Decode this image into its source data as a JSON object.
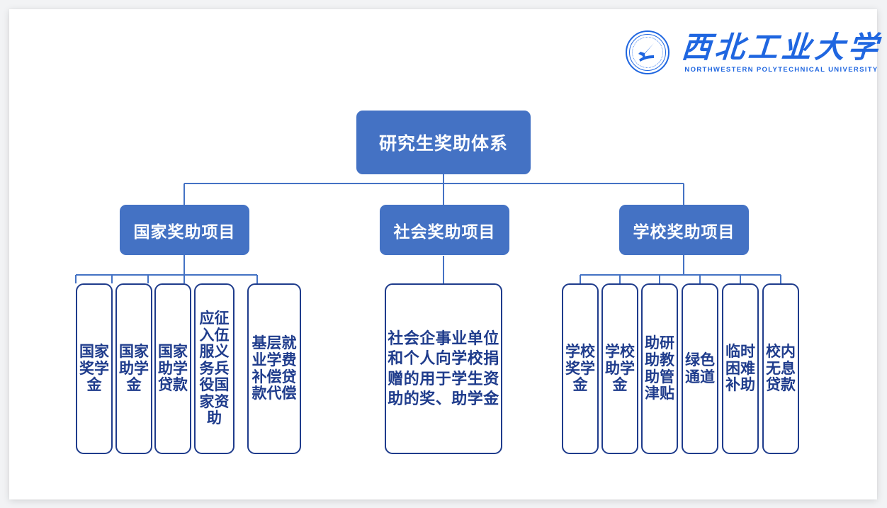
{
  "slide": {
    "background_color": "#ffffff",
    "page_background_color": "#f2f3f5"
  },
  "logo": {
    "emblem_name": "nwpu-emblem",
    "chinese_name": "西北工业大学",
    "english_name": "NORTHWESTERN  POLYTECHNICAL  UNIVERSITY",
    "color": "#1f66e0"
  },
  "colors": {
    "node_fill": "#4472c4",
    "node_text": "#ffffff",
    "leaf_border": "#1f3c8c",
    "leaf_text": "#1f3c8c",
    "connector": "#4472c4"
  },
  "chart_data": {
    "type": "tree-diagram",
    "title": "研究生奖助体系",
    "root": {
      "label": "研究生奖助体系"
    },
    "branches": [
      {
        "label": "国家奖助项目",
        "children": [
          "国家奖学金",
          "国家助学金",
          "国家助学贷款",
          "应征入伍服义务兵役国家资助",
          "基层就业学费补偿贷款代偿"
        ]
      },
      {
        "label": "社会奖助项目",
        "children": [
          "社会企事业单位和个人向学校捐赠的用于学生资助的奖、助学金"
        ]
      },
      {
        "label": "学校奖助项目",
        "children": [
          "学校奖学金",
          "学校助学金",
          "助研助教助管津贴",
          "绿色通道",
          "临时困难补助",
          "校内无息贷款"
        ]
      }
    ]
  }
}
